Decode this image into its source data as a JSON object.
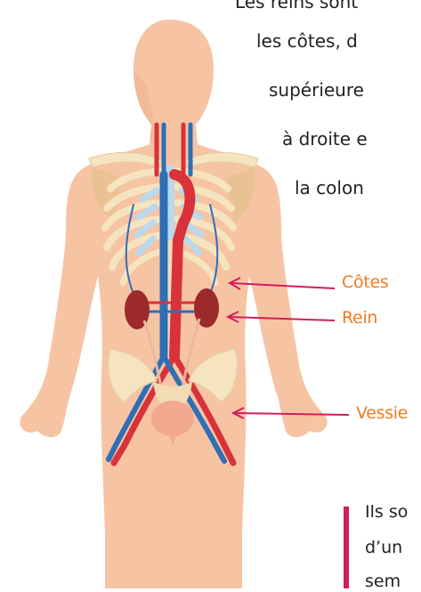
{
  "intro": {
    "lines": [
      "Les reins sont",
      "les côtes, d",
      "supérieure",
      "à droite e",
      "la colon"
    ]
  },
  "labels": {
    "cotes": "Côtes",
    "rein": "Rein",
    "vessie": "Vessie"
  },
  "note": {
    "lines": [
      "Ils so",
      "d’un",
      "sem"
    ]
  },
  "colors": {
    "accent_label": "#f07c1e",
    "arrow": "#d31e5a",
    "skin": "#f7c4a3",
    "artery": "#d8323b",
    "vein": "#2f6fb5",
    "kidney": "#9c2a2a",
    "bone": "#f6e4c0",
    "cartilage": "#b9d9ee"
  }
}
